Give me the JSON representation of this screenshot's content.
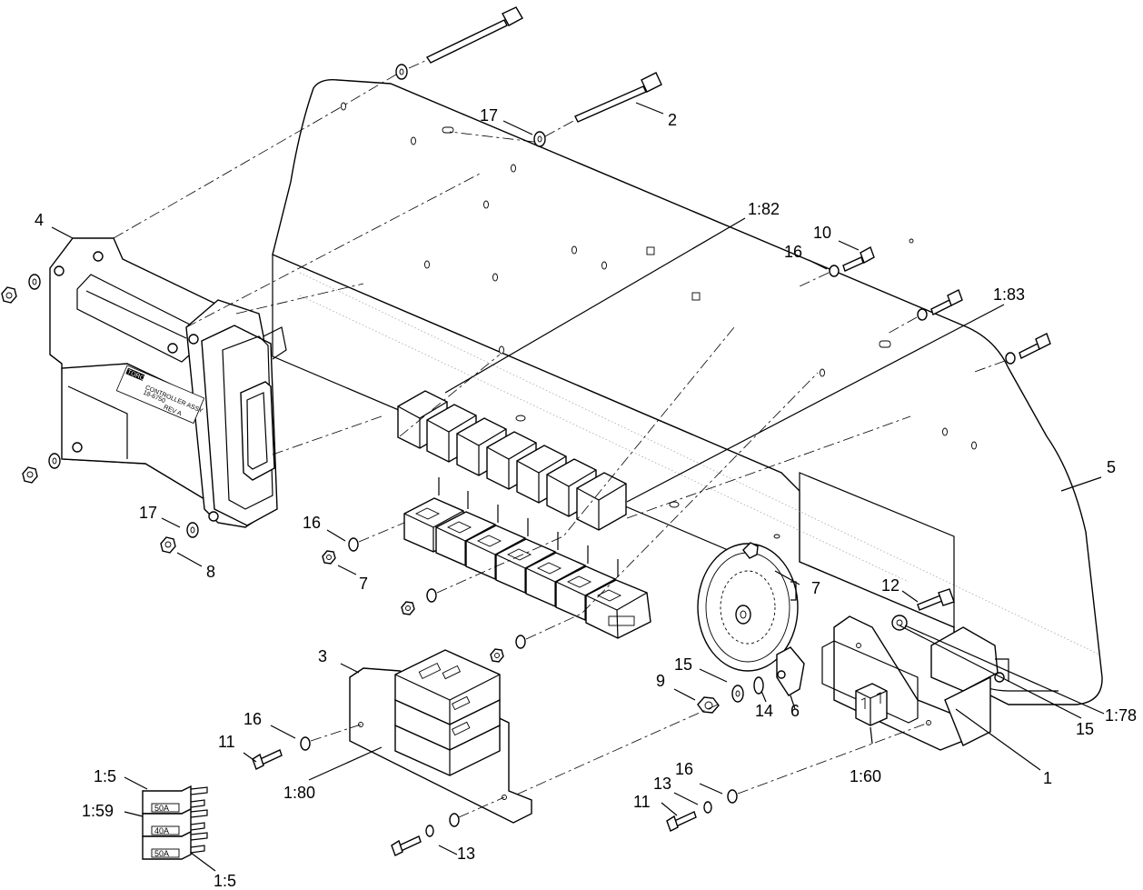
{
  "callouts": [
    {
      "id": "c-4",
      "text": "4"
    },
    {
      "id": "c-17a",
      "text": "17"
    },
    {
      "id": "c-2",
      "text": "2"
    },
    {
      "id": "c-182",
      "text": "1:82"
    },
    {
      "id": "c-10",
      "text": "10"
    },
    {
      "id": "c-16a",
      "text": "16"
    },
    {
      "id": "c-183",
      "text": "1:83"
    },
    {
      "id": "c-5",
      "text": "5"
    },
    {
      "id": "c-17b",
      "text": "17"
    },
    {
      "id": "c-8",
      "text": "8"
    },
    {
      "id": "c-16b",
      "text": "16"
    },
    {
      "id": "c-7a",
      "text": "7"
    },
    {
      "id": "c-7b",
      "text": "7"
    },
    {
      "id": "c-12",
      "text": "12"
    },
    {
      "id": "c-3",
      "text": "3"
    },
    {
      "id": "c-15a",
      "text": "15"
    },
    {
      "id": "c-9",
      "text": "9"
    },
    {
      "id": "c-14",
      "text": "14"
    },
    {
      "id": "c-6",
      "text": "6"
    },
    {
      "id": "c-15b",
      "text": "15"
    },
    {
      "id": "c-178",
      "text": "1:78"
    },
    {
      "id": "c-1",
      "text": "1"
    },
    {
      "id": "c-160",
      "text": "1:60"
    },
    {
      "id": "c-16c",
      "text": "16"
    },
    {
      "id": "c-11a",
      "text": "11"
    },
    {
      "id": "c-180",
      "text": "1:80"
    },
    {
      "id": "c-16d",
      "text": "16"
    },
    {
      "id": "c-13a",
      "text": "13"
    },
    {
      "id": "c-11b",
      "text": "11"
    },
    {
      "id": "c-13b",
      "text": "13"
    },
    {
      "id": "c-15c",
      "text": "1:5"
    },
    {
      "id": "c-159",
      "text": "1:59"
    },
    {
      "id": "c-15d",
      "text": "1:5"
    }
  ],
  "controller_label": {
    "brand": "TORO",
    "line1": "CONTROLLER ASSY",
    "line2": "18-6750",
    "line3": "REV A"
  },
  "fuses": [
    {
      "rating": "50A"
    },
    {
      "rating": "40A"
    },
    {
      "rating": "50A"
    }
  ]
}
